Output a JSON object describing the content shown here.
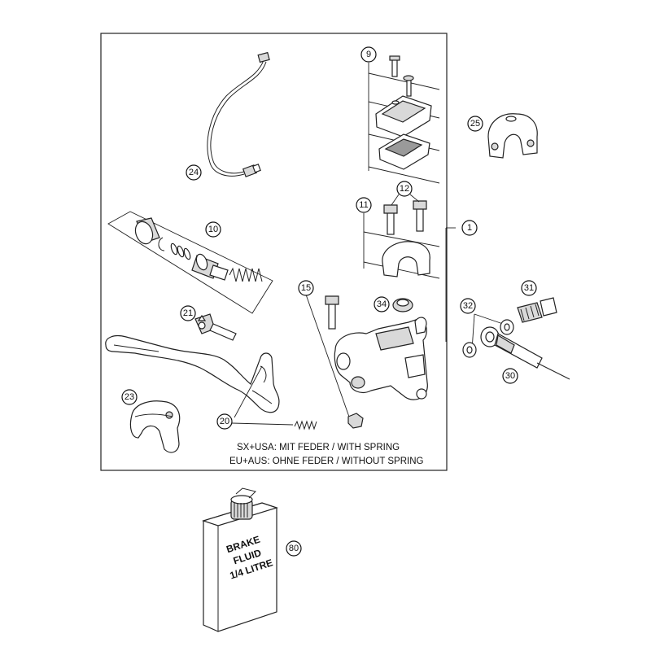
{
  "callouts": {
    "c1": "1",
    "c9": "9",
    "c10": "10",
    "c11": "11",
    "c12": "12",
    "c15": "15",
    "c20": "20",
    "c21": "21",
    "c23": "23",
    "c24": "24",
    "c25": "25",
    "c30": "30",
    "c31": "31",
    "c32": "32",
    "c34": "34",
    "c80": "80"
  },
  "notes": {
    "line1": "SX+USA:  MIT FEDER / WITH SPRING",
    "line2": "EU+AUS:  OHNE FEDER / WITHOUT SPRING"
  },
  "fluid_can": {
    "line1": "BRAKE",
    "line2": "FLUID",
    "line3": "1/4 LITRE"
  }
}
